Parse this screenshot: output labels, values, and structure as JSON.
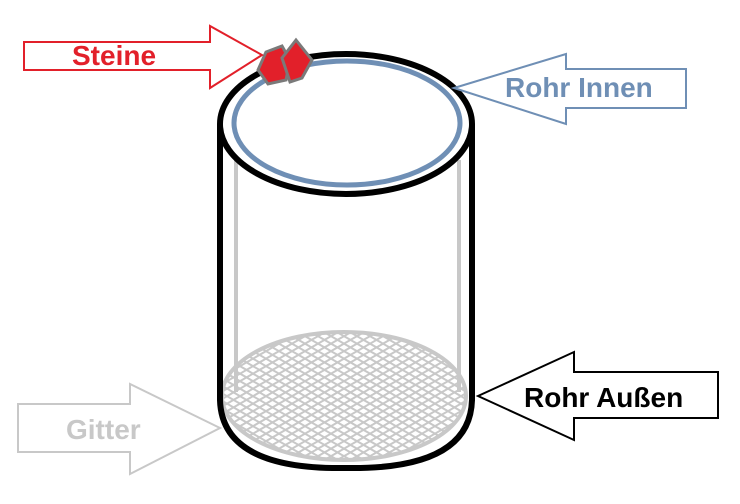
{
  "labels": {
    "steine": "Steine",
    "rohr_innen": "Rohr Innen",
    "rohr_aussen": "Rohr Außen",
    "gitter": "Gitter"
  },
  "colors": {
    "steine": "#e2202a",
    "rohr_innen": "#6f8fb5",
    "rohr_aussen": "#000000",
    "gitter": "#c8c8c8"
  }
}
